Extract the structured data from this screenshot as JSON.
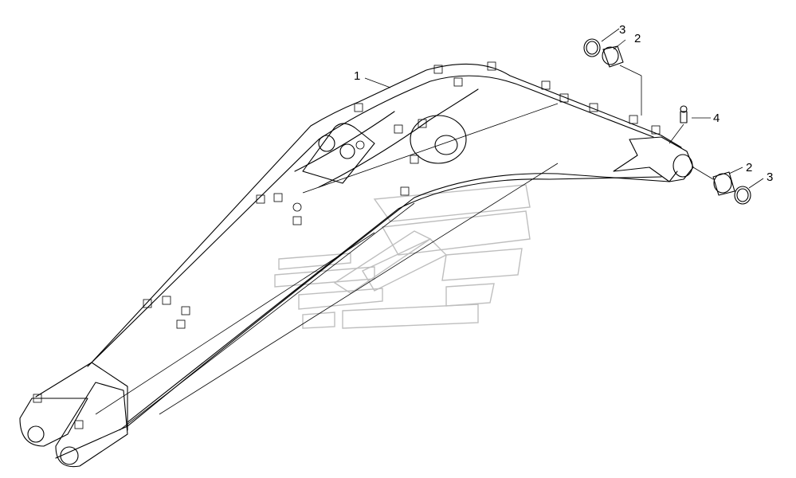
{
  "diagram": {
    "type": "exploded-parts-drawing",
    "callouts": [
      {
        "id": "c1",
        "label": "1"
      },
      {
        "id": "c2a",
        "label": "2"
      },
      {
        "id": "c3a",
        "label": "3"
      },
      {
        "id": "c4",
        "label": "4"
      },
      {
        "id": "c2b",
        "label": "2"
      },
      {
        "id": "c3b",
        "label": "3"
      }
    ],
    "colors": {
      "line": "#000000",
      "watermark": "#8a8a8a",
      "background": "#ffffff"
    }
  }
}
